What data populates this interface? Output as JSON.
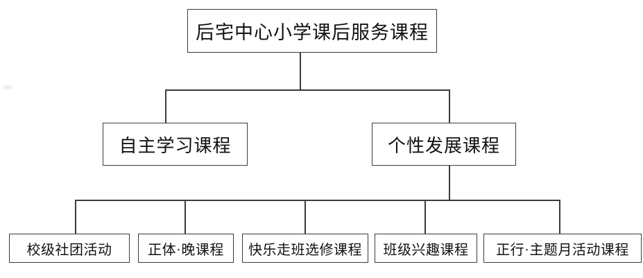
{
  "diagram": {
    "type": "organizational-tree",
    "title": "后宅中心小学课后服务课程",
    "background_color": "#ffffff",
    "border_color": "#3a3a3a",
    "text_color": "#111111",
    "root": {
      "label": "后宅中心小学课后服务课程"
    },
    "level2": [
      {
        "label": "自主学习课程"
      },
      {
        "label": "个性发展课程"
      }
    ],
    "leaves": [
      {
        "label": "校级社团活动"
      },
      {
        "label": "正体·晚课程"
      },
      {
        "label": "快乐走班选修课程"
      },
      {
        "label": "班级兴趣课程"
      },
      {
        "label": "正行·主题月活动课程"
      }
    ]
  }
}
